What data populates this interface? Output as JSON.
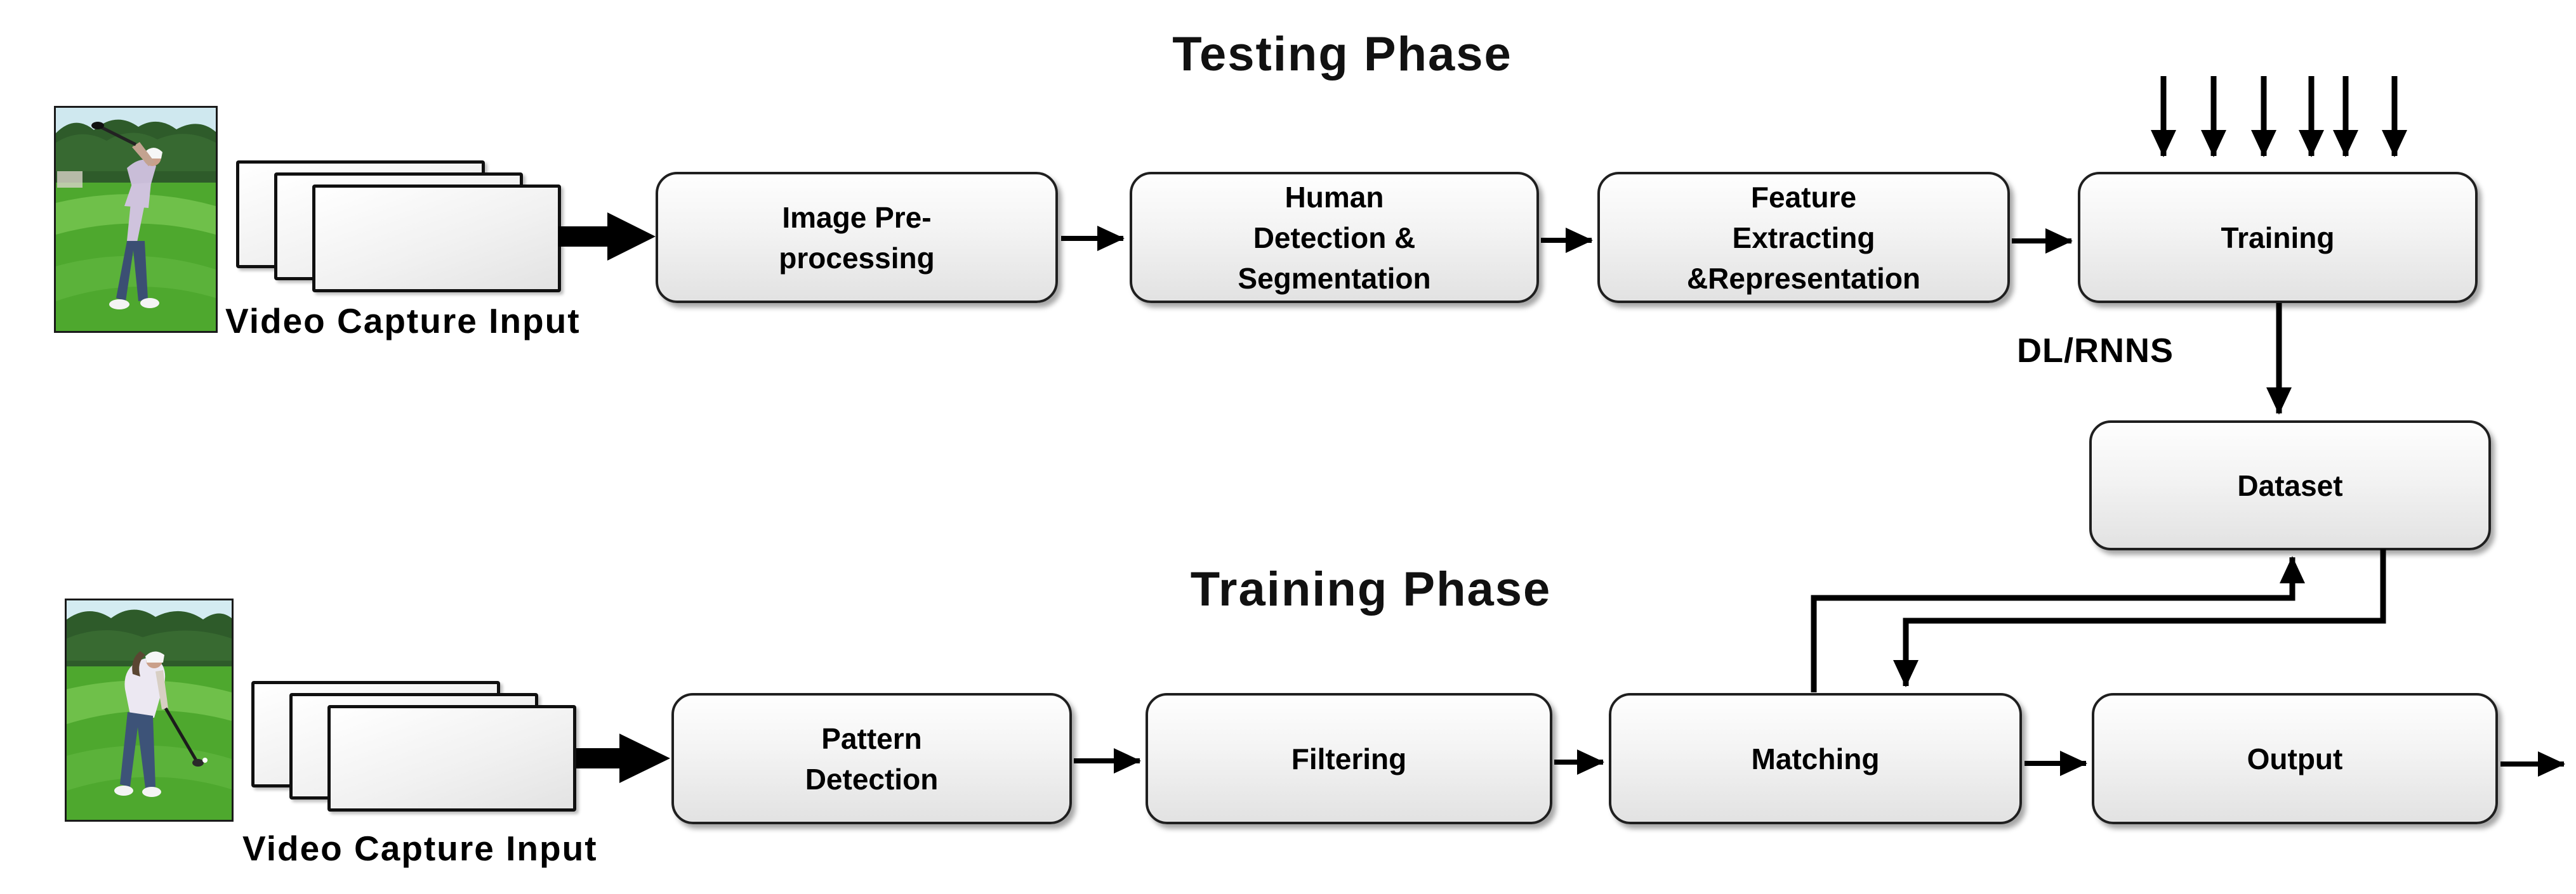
{
  "titles": {
    "testing": "Testing Phase",
    "training": "Training Phase"
  },
  "testing_phase": {
    "video_label": "Video Capture Input",
    "boxes": [
      {
        "id": "image-preprocessing",
        "label": "Image Pre-\nprocessing"
      },
      {
        "id": "human-detection-segmentation",
        "label": "Human\nDetection &\nSegmentation"
      },
      {
        "id": "feature-extracting-representation",
        "label": "Feature\nExtracting\n&Representation"
      },
      {
        "id": "training",
        "label": "Training"
      }
    ]
  },
  "training_phase": {
    "video_label": "Video Capture Input",
    "boxes": [
      {
        "id": "pattern-detection",
        "label": "Pattern\nDetection"
      },
      {
        "id": "filtering",
        "label": "Filtering"
      },
      {
        "id": "matching",
        "label": "Matching"
      },
      {
        "id": "output",
        "label": "Output"
      }
    ]
  },
  "dataset": {
    "label": "Dataset"
  },
  "annotations": {
    "dl_rnns": "DL/RNNS"
  },
  "colors": {
    "background": "#ffffff",
    "arrow": "#000000",
    "box_border": "#1f1f1f",
    "box_fill_top": "#fefefe",
    "box_fill_bottom": "#e2e2e2",
    "text": "#000000",
    "grass_green": "#4ea82e",
    "tree_green": "#2e5b2a",
    "sky_blue": "#cfe8ef"
  }
}
